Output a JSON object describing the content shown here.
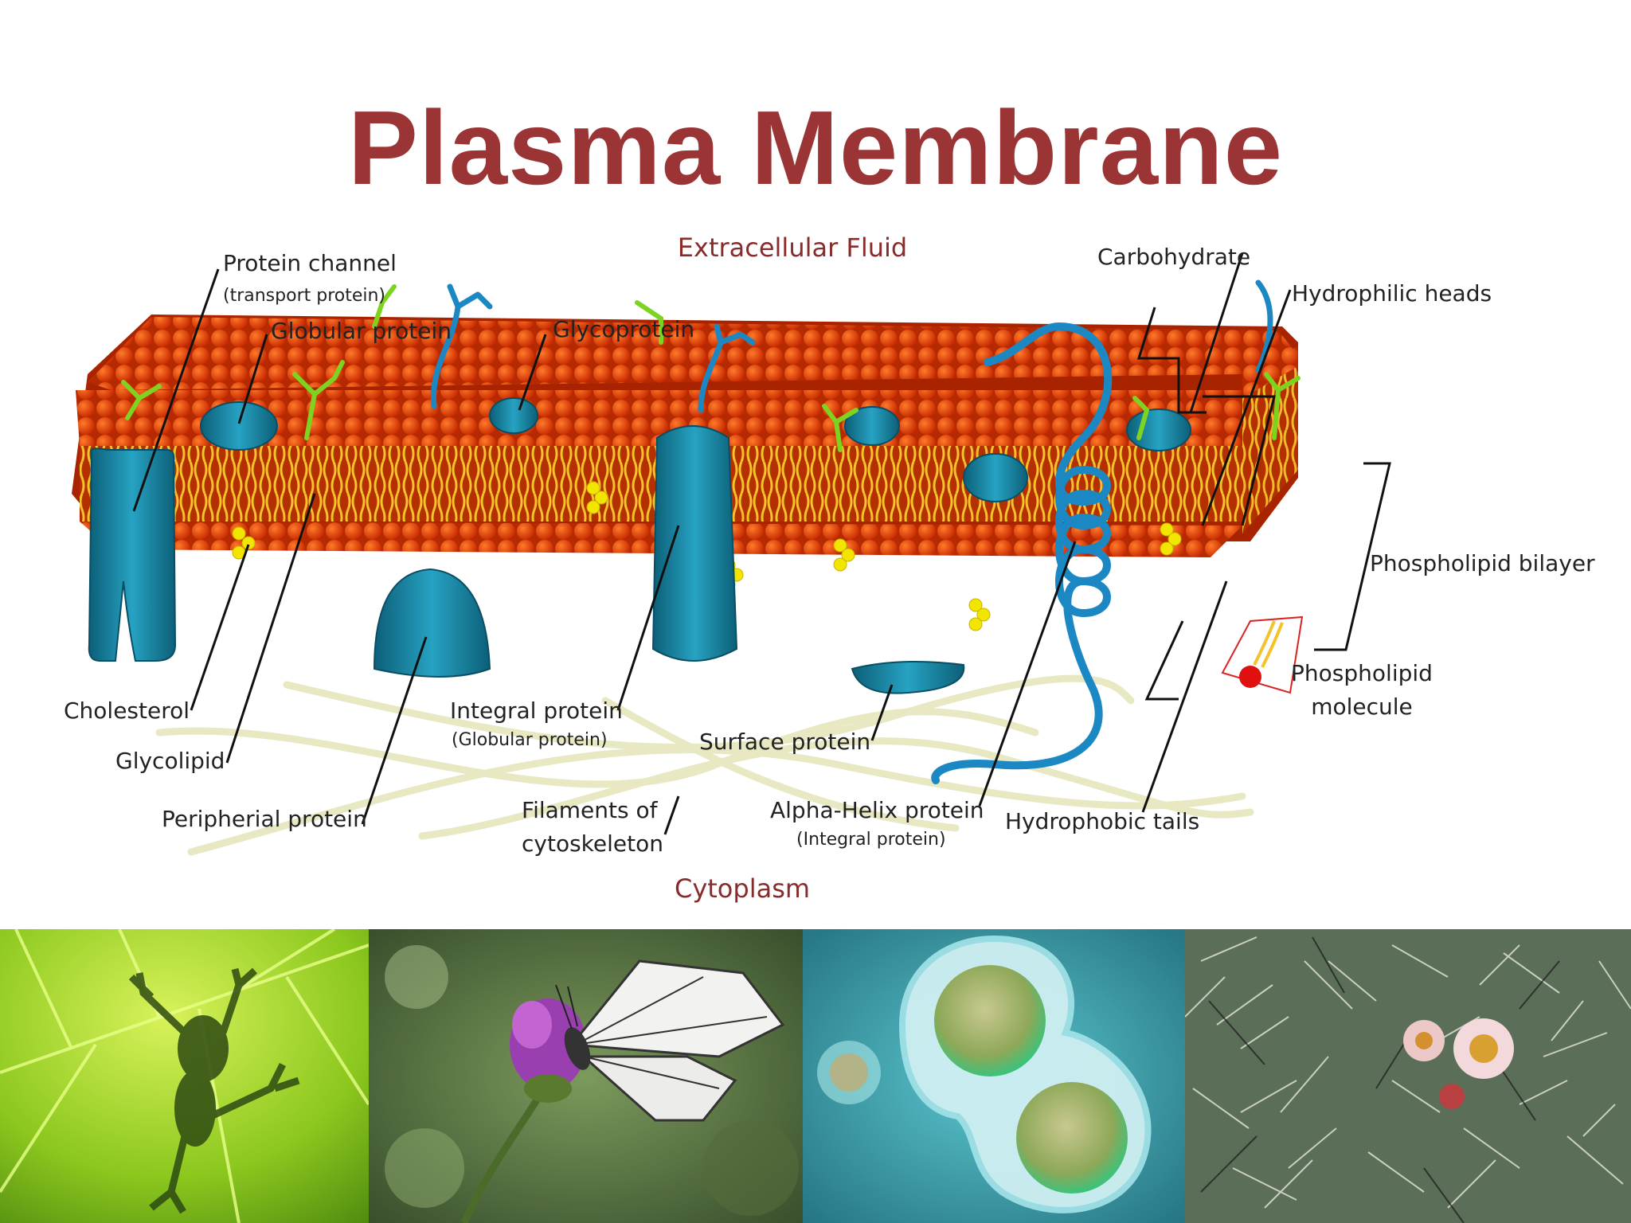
{
  "slide": {
    "title": "Plasma Membrane",
    "title_color": "#9b3535"
  },
  "diagram": {
    "regions": {
      "top": "Extracellular Fluid",
      "bottom": "Cytoplasm"
    },
    "labels": {
      "protein_channel": "Protein channel",
      "protein_channel_sub": "(transport protein)",
      "globular_protein": "Globular protein",
      "glycoprotein": "Glycoprotein",
      "carbohydrate": "Carbohydrate",
      "hydrophilic_heads": "Hydrophilic heads",
      "phospholipid_bilayer": "Phospholipid bilayer",
      "phospholipid_molecule_1": "Phospholipid",
      "phospholipid_molecule_2": "molecule",
      "cholesterol": "Cholesterol",
      "glycolipid": "Glycolipid",
      "peripheral_protein": "Peripherial protein",
      "integral_protein": "Integral protein",
      "integral_protein_sub": "(Globular protein)",
      "surface_protein": "Surface protein",
      "filaments_1": "Filaments of",
      "filaments_2": "cytoskeleton",
      "alpha_helix": "Alpha-Helix protein",
      "alpha_helix_sub": "(Integral protein)",
      "hydrophobic_tails": "Hydrophobic tails"
    },
    "colors": {
      "head": "#e8400a",
      "tail": "#f2b01c",
      "protein": "#1a8aa8",
      "carbohydrate": "#7ed321",
      "cholesterol": "#f2e600",
      "filament": "#eeeecc",
      "region_text": "#8a2a2a"
    }
  },
  "photos": [
    {
      "name": "frog-silhouette-on-leaf"
    },
    {
      "name": "butterfly-on-flower"
    },
    {
      "name": "dividing-cell"
    },
    {
      "name": "flowering-cactus"
    }
  ]
}
